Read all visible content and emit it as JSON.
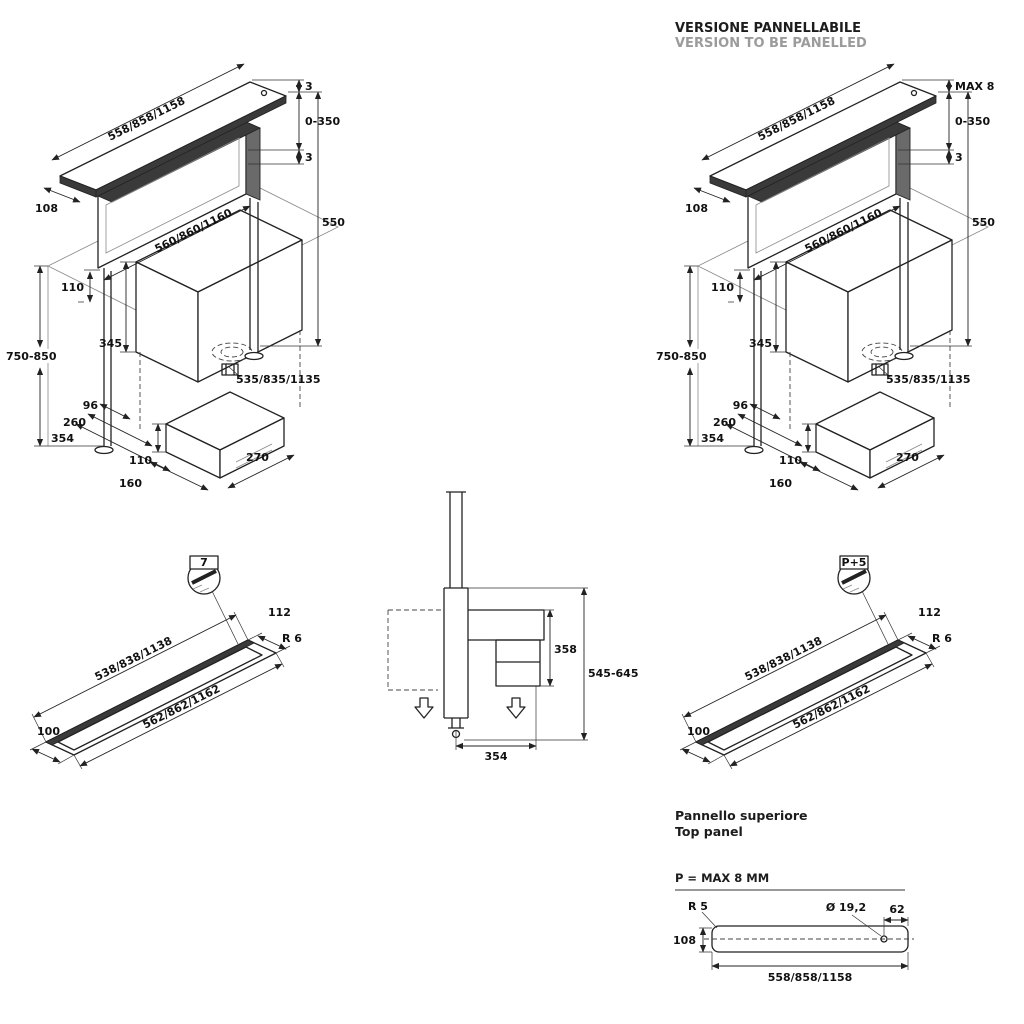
{
  "page": {
    "panelled_title_it": "VERSIONE PANNELLABILE",
    "panelled_title_en": "VERSION TO BE PANELLED",
    "top_panel_title_it": "Pannello superiore",
    "top_panel_title_en": "Top panel",
    "p_note": "P = MAX 8 MM"
  },
  "iso_left": {
    "top_gap": "3",
    "stroke_range": "0-350",
    "panel_thk": "3",
    "width_top": "558/858/1158",
    "depth_108": "108",
    "height_550": "550",
    "width_mid": "560/860/1160",
    "screen_110": "110",
    "body_345": "345",
    "floor_range": "750-850",
    "width_bottom": "535/835/1135",
    "depth_96": "96",
    "depth_260": "260",
    "depth_354": "354",
    "blower_h": "110",
    "blower_d": "160",
    "blower_w": "270"
  },
  "iso_right": {
    "top_gap": "MAX 8",
    "stroke_range": "0-350",
    "panel_thk": "3",
    "width_top": "558/858/1158",
    "depth_108": "108",
    "height_550": "550",
    "width_mid": "560/860/1160",
    "screen_110": "110",
    "body_345": "345",
    "floor_range": "750-850",
    "width_bottom": "535/835/1135",
    "depth_96": "96",
    "depth_260": "260",
    "depth_354": "354",
    "blower_h": "110",
    "blower_d": "160",
    "blower_w": "270"
  },
  "plan_left": {
    "detail_label": "7",
    "end_112": "112",
    "radius": "R 6",
    "inner_len": "538/838/1138",
    "outer_len": "562/862/1162",
    "end_100": "100"
  },
  "plan_right": {
    "detail_label": "P+5",
    "end_112": "112",
    "radius": "R 6",
    "inner_len": "538/838/1138",
    "outer_len": "562/862/1162",
    "end_100": "100"
  },
  "elevation": {
    "h_358": "358",
    "h_545": "545-645",
    "w_354": "354"
  },
  "panel_detail": {
    "r5": "R 5",
    "hole_dia": "Ø 19,2",
    "d62": "62",
    "d108": "108",
    "width": "558/858/1158"
  }
}
